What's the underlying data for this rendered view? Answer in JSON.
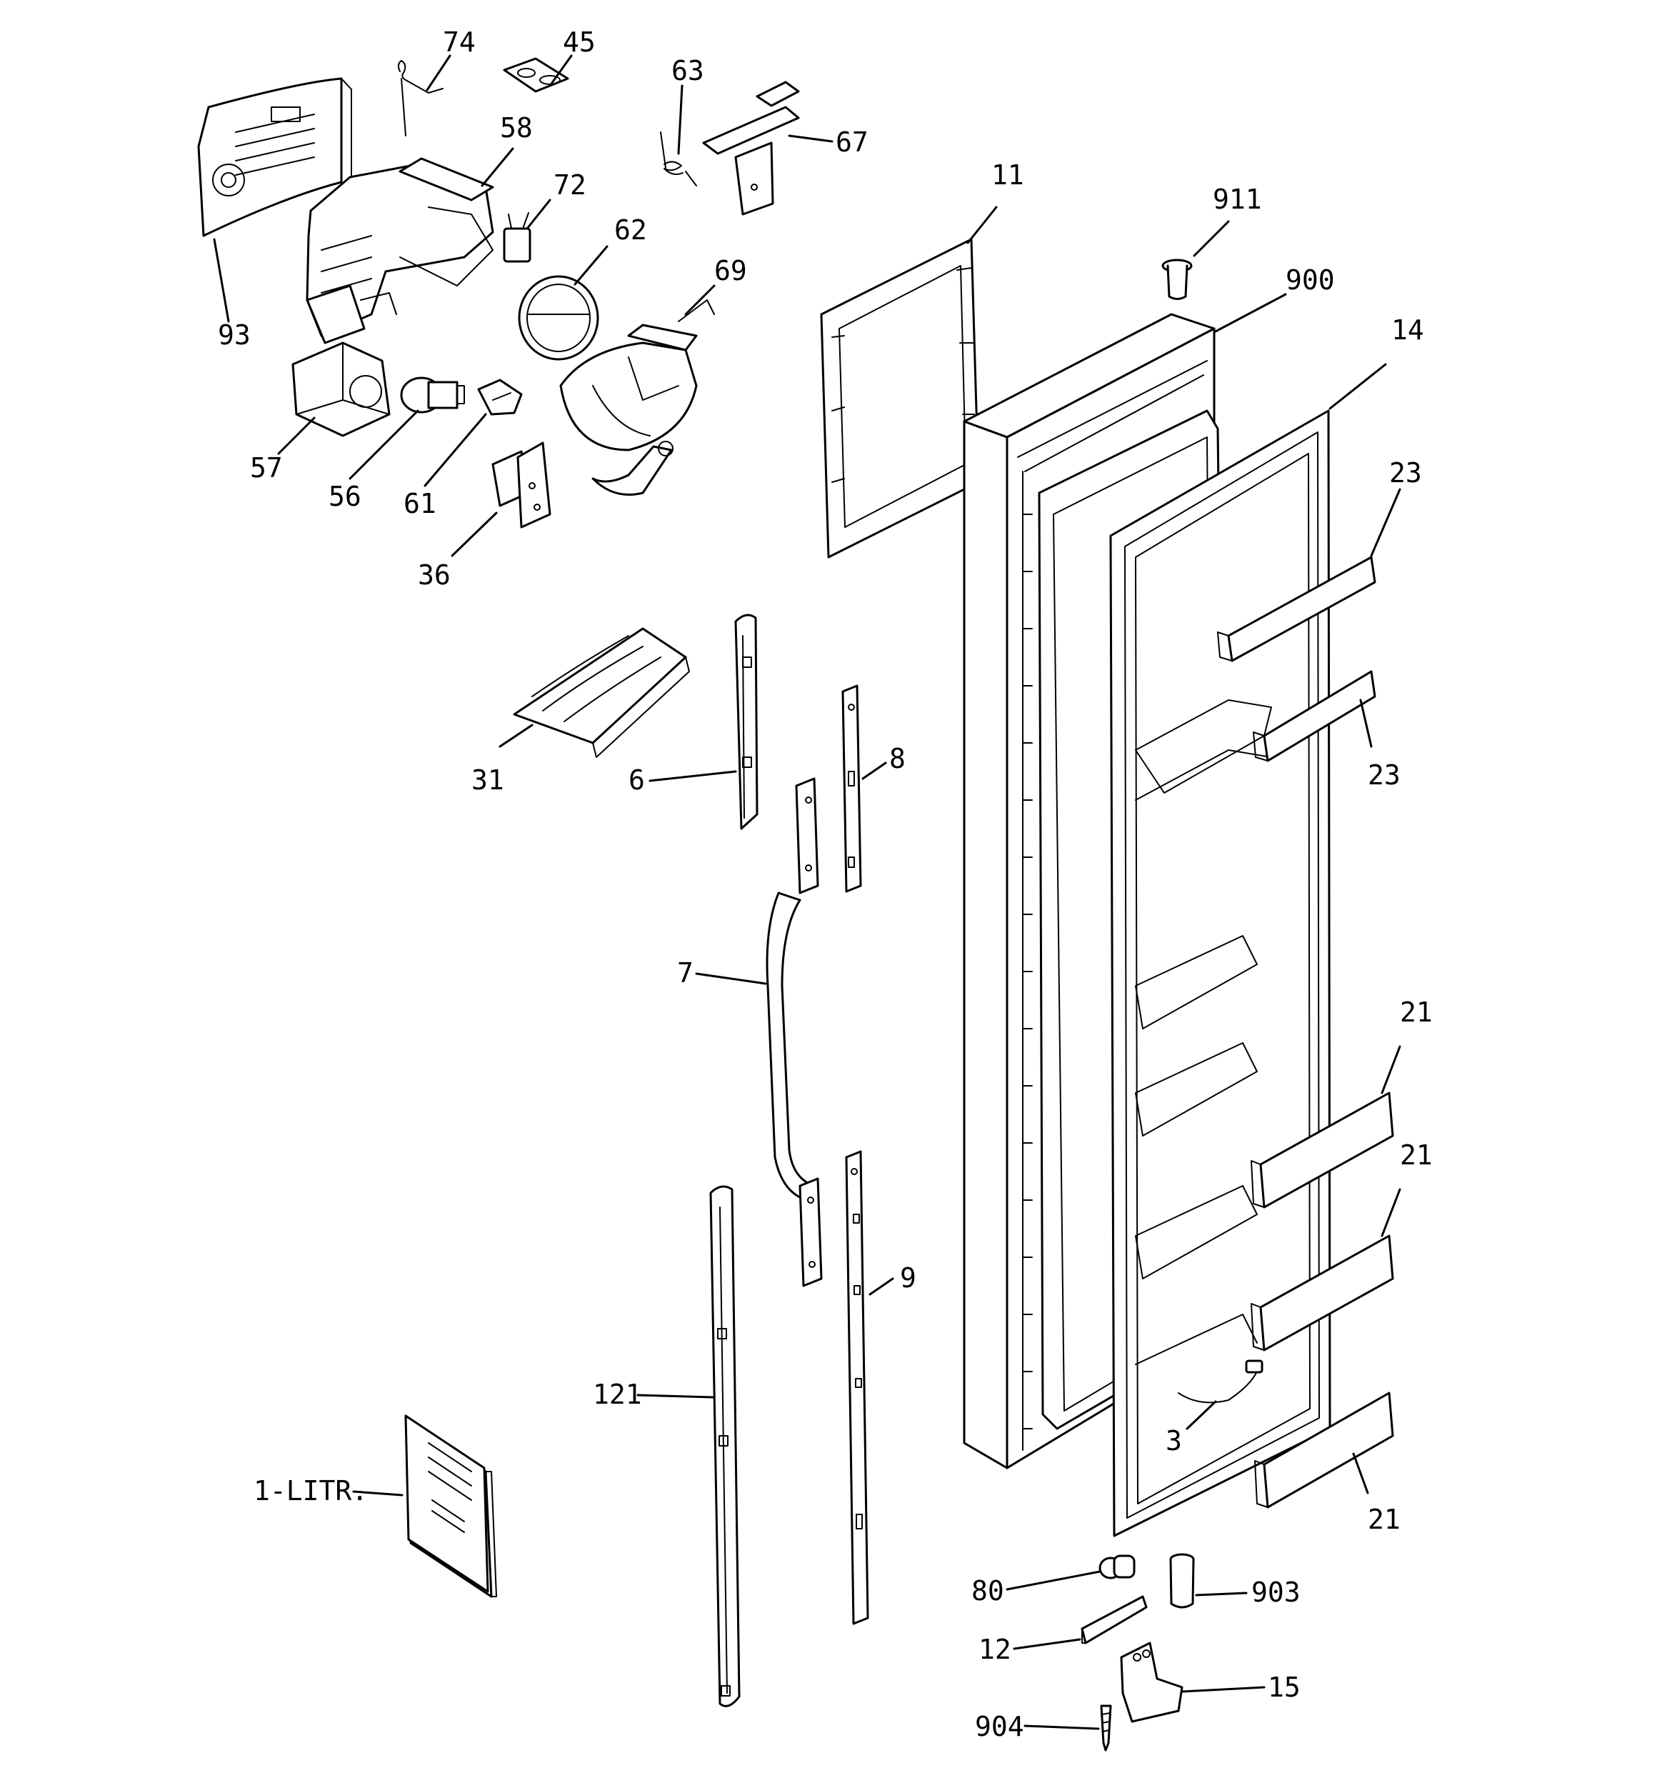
{
  "callouts": {
    "p74": "74",
    "p45": "45",
    "p63": "63",
    "p67": "67",
    "p58": "58",
    "p72": "72",
    "p62": "62",
    "p69": "69",
    "p93": "93",
    "p57": "57",
    "p56": "56",
    "p61": "61",
    "p36": "36",
    "p11": "11",
    "p911": "911",
    "p900": "900",
    "p14": "14",
    "p23a": "23",
    "p23b": "23",
    "p31": "31",
    "p6": "6",
    "p8": "8",
    "p7": "7",
    "p9": "9",
    "p121": "121",
    "p1litr": "1-LITR.",
    "p21a": "21",
    "p21b": "21",
    "p21c": "21",
    "p3": "3",
    "p80": "80",
    "p903": "903",
    "p12": "12",
    "p15": "15",
    "p904": "904"
  }
}
